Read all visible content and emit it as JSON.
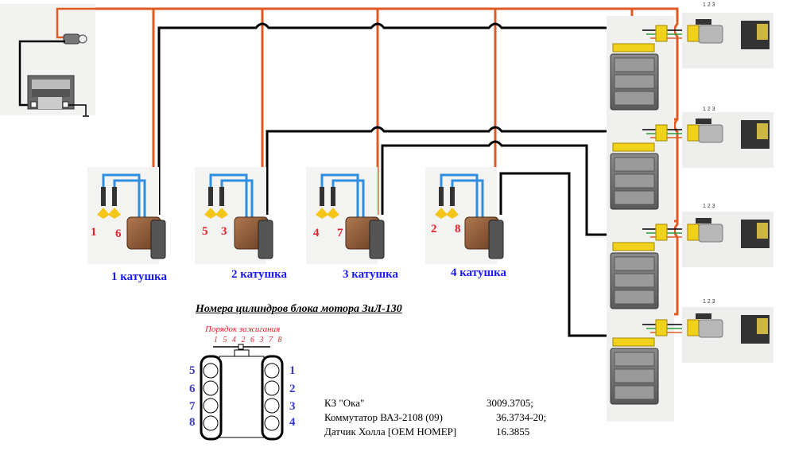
{
  "diagram": {
    "title": "Номера цилиндров блока мотора ЗиЛ-130",
    "firing_order_title": "Порядок зажигания",
    "firing_order": "1 5 4 2 6 3 7 8",
    "coils": [
      {
        "label": "1 катушка",
        "cylinders": [
          "1",
          "6"
        ]
      },
      {
        "label": "2 катушка",
        "cylinders": [
          "5",
          "3"
        ]
      },
      {
        "label": "3 катушка",
        "cylinders": [
          "4",
          "7"
        ]
      },
      {
        "label": "4 катушка",
        "cylinders": [
          "2",
          "8"
        ]
      }
    ],
    "engine_block": {
      "left_bank": [
        "5",
        "6",
        "7",
        "8"
      ],
      "right_bank": [
        "1",
        "2",
        "3",
        "4"
      ]
    },
    "hall_sensor_pins": "1 2 3",
    "parts": [
      {
        "name": "КЗ \"Ока\"",
        "number": "3009.3705;"
      },
      {
        "name": "Коммутатор ВАЗ-2108 (09)",
        "number": "36.3734-20;"
      },
      {
        "name": "Датчик Холла [OEM НОМЕР]",
        "number": "16.3855"
      }
    ],
    "colors": {
      "power_wire": "#e05a24",
      "signal_wire": "#000000",
      "ht_lead": "#2f8ee0",
      "coil_label": "#1a1aff",
      "cylinder_number": "#e8202a"
    }
  }
}
